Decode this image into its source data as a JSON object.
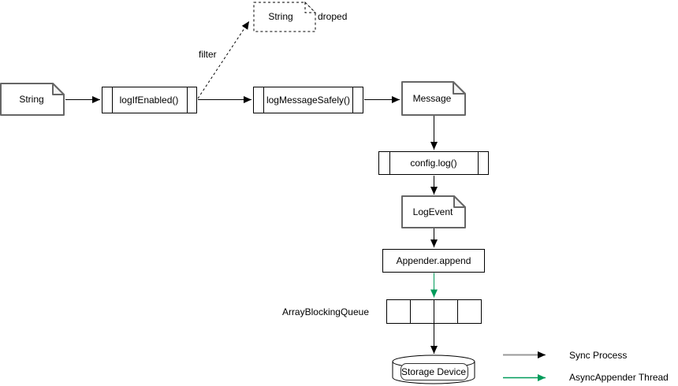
{
  "nodes": {
    "input_string": "String",
    "log_if_enabled": "logIfEnabled()",
    "dropped_string": "String",
    "dropped_note": "droped",
    "filter_label": "filter",
    "log_message_safely": "logMessageSafely()",
    "message": "Message",
    "config_log": "config.log()",
    "log_event": "LogEvent",
    "appender_append": "Appender.append",
    "queue_label": "ArrayBlockingQueue",
    "storage_device": "Storage Device"
  },
  "legend": {
    "sync_label": "Sync Process",
    "async_label": "AsyncAppender Thread"
  },
  "colors": {
    "sync_arrow": "#000000",
    "async_arrow": "#009B5A",
    "legend_sync_line": "#999999",
    "document_border": "#666666",
    "shape_border": "#000000",
    "background": "#ffffff"
  }
}
